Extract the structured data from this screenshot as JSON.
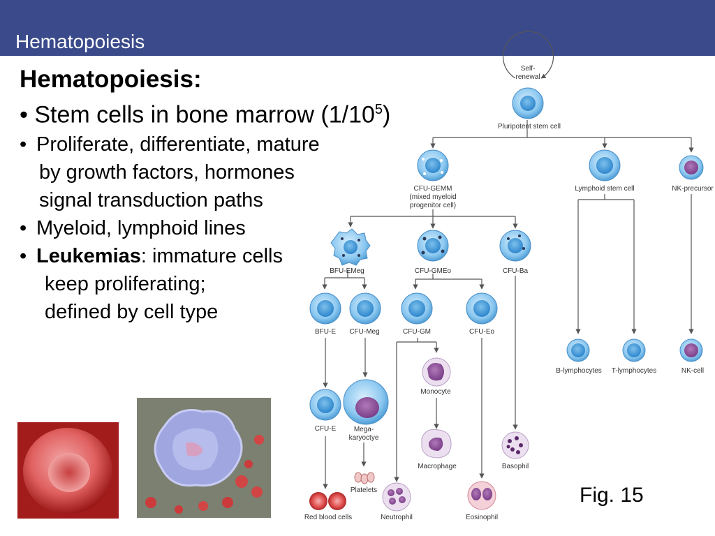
{
  "header": {
    "title": "Hematopoiesis"
  },
  "slide": {
    "heading": "Hematopoiesis:",
    "b1_text": "Stem cells in bone marrow (1/10",
    "b1_sup": "5",
    "b1_close": ")",
    "b2_line1": "Proliferate, differentiate, mature",
    "b2_line2": "by growth factors, hormones",
    "b2_line3": "signal transduction paths",
    "b3": "Myeloid, lymphoid lines",
    "b4_bold": "Leukemias",
    "b4_rest": ": immature cells",
    "b4_line2": "keep proliferating;",
    "b4_line3": "defined by cell type",
    "bullet_char": "•"
  },
  "figure": {
    "label": "Fig. 15",
    "self_renewal_1": "Self-",
    "self_renewal_2": "renewal",
    "pluripotent": "Pluripotent stem cell",
    "cfu_gemm": "CFU-GEMM",
    "cfu_gemm_sub1": "(mixed myeloid",
    "cfu_gemm_sub2": "progenitor cell)",
    "lymphoid_stem": "Lymphoid stem cell",
    "nk_precursor": "NK-precursor",
    "bfu_emeg": "BFU-EMeg",
    "cfu_gmeo": "CFU-GMEo",
    "cfu_ba": "CFU-Ba",
    "bfu_e": "BFU-E",
    "cfu_meg": "CFU-Meg",
    "cfu_gm": "CFU-GM",
    "cfu_eo": "CFU-Eo",
    "b_lymph": "B-lymphocytes",
    "t_lymph": "T-lymphocytes",
    "nk_cell": "NK-cell",
    "monocyte": "Monocyte",
    "cfu_e": "CFU-E",
    "mega_1": "Mega-",
    "mega_2": "karyoctye",
    "macrophage": "Macrophage",
    "basophil": "Basophil",
    "platelets": "Platelets",
    "rbc": "Red blood cells",
    "neutrophil": "Neutrophil",
    "eosinophil": "Eosinophil"
  },
  "colors": {
    "title_bar": "#3a4a8a",
    "cell_blue": "#8cc8f0",
    "cell_nucleus": "#3d9ad8",
    "rbc_red": "#d94a4a"
  }
}
